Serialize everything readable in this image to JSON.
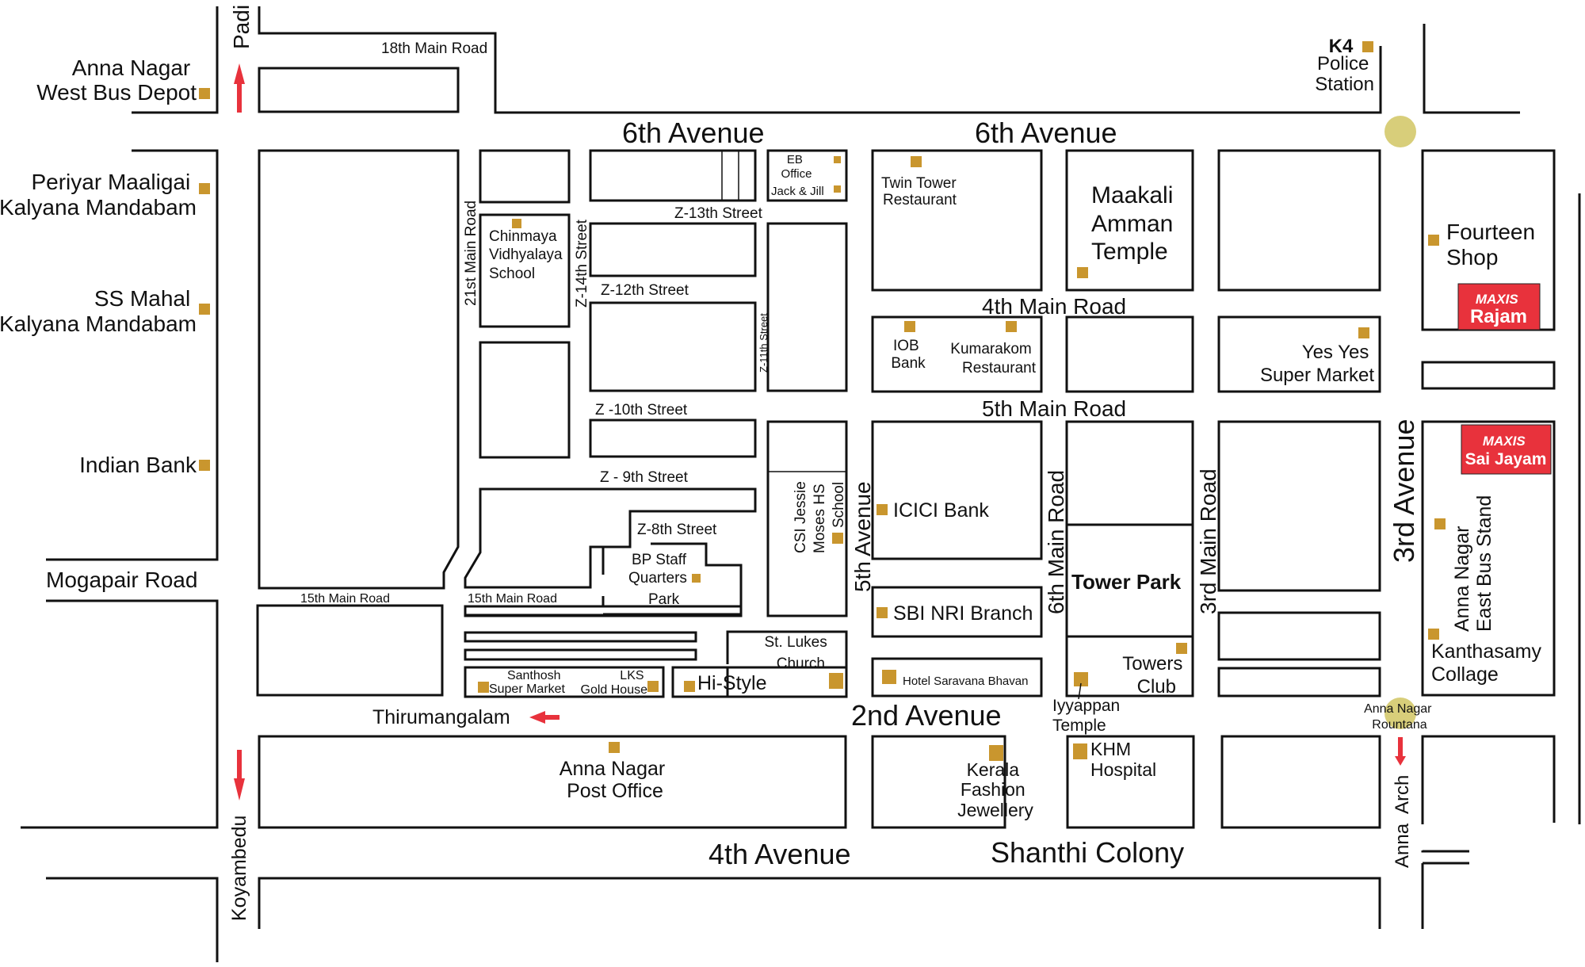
{
  "map": {
    "accent_marker_color": "#C9962E",
    "arrow_color": "#E8323C",
    "roundabout_color": "#D8CE7A",
    "brand_color": "#E8323C",
    "roads": {
      "padi": "Padi",
      "eighteenth_main": "18th Main Road",
      "sixth_avenue_left": "6th Avenue",
      "sixth_avenue_right": "6th Avenue",
      "twenty_first_main": "21st Main Road",
      "z14": "Z-14th Street",
      "z13": "Z-13th Street",
      "z12": "Z-12th Street",
      "z11": "Z-11th Street",
      "z10": "Z -10th Street",
      "z9": "Z - 9th Street",
      "z8": "Z-8th Street",
      "fourth_main": "4th Main Road",
      "fifth_main": "5th Main Road",
      "fifth_avenue": "5th Avenue",
      "sixth_main": "6th Main Road",
      "third_main": "3rd Main Road",
      "third_avenue": "3rd Avenue",
      "mogapair": "Mogapair Road",
      "fifteenth_main_left": "15th Main Road",
      "fifteenth_main_right": "15th Main Road",
      "thirumangalam": "Thirumangalam",
      "second_avenue": "2nd Avenue",
      "fourth_avenue": "4th Avenue",
      "shanthi_colony": "Shanthi Colony",
      "koyambedu": "Koyambedu",
      "anna_arch": "Anna  Arch",
      "anna_nagar_rountana": [
        "Anna Nagar",
        "Rountana"
      ]
    },
    "landmarks": {
      "west_bus_depot": [
        "Anna Nagar",
        "West Bus Depot"
      ],
      "periyar": [
        "Periyar Maaligai",
        "Kalyana Mandabam"
      ],
      "ss_mahal": [
        "SS Mahal",
        "Kalyana Mandabam"
      ],
      "indian_bank": "Indian Bank",
      "k4_police": [
        "K4",
        "Police",
        "Station"
      ],
      "chinmaya": [
        "Chinmaya",
        "Vidhyalaya",
        "School"
      ],
      "eb_office": [
        "EB",
        "Office"
      ],
      "jack_jill": "Jack & Jill",
      "twin_tower": [
        "Twin Tower",
        "Restaurant"
      ],
      "maakali": [
        "Maakali",
        "Amman",
        "Temple"
      ],
      "fourteen_shop": [
        "Fourteen",
        "Shop"
      ],
      "maxis_rajam": [
        "MAXIS",
        "Rajam"
      ],
      "iob": [
        "IOB",
        "Bank"
      ],
      "kumarakom": [
        "Kumarakom",
        "Restaurant"
      ],
      "yes_yes": [
        "Yes Yes",
        "Super Market"
      ],
      "maxis_sai_jayam": [
        "MAXIS",
        "Sai Jayam"
      ],
      "csi_school": [
        "CSI Jessie",
        "Moses HS",
        "School"
      ],
      "icici": "ICICI Bank",
      "tower_park": "Tower Park",
      "sbi": "SBI NRI Branch",
      "east_bus_stand": [
        "Anna Nagar",
        "East Bus Stand"
      ],
      "bp_staff": [
        "BP Staff",
        "Quarters"
      ],
      "park": "Park",
      "st_lukes": [
        "St. Lukes",
        "Church"
      ],
      "hi_style": "Hi-Style",
      "santhosh": [
        "Santhosh",
        "Super Market"
      ],
      "lks": [
        "LKS",
        "Gold House"
      ],
      "saravana": "Hotel Saravana Bhavan",
      "towers_club": [
        "Towers",
        "Club"
      ],
      "iyyappan": [
        "Iyyappan",
        "Temple"
      ],
      "kanthasamy": [
        "Kanthasamy",
        "Collage"
      ],
      "post_office": [
        "Anna Nagar",
        "Post Office"
      ],
      "kerala_fashion": [
        "Kerala",
        "Fashion",
        "Jewellery"
      ],
      "khm": [
        "KHM",
        "Hospital"
      ]
    }
  }
}
